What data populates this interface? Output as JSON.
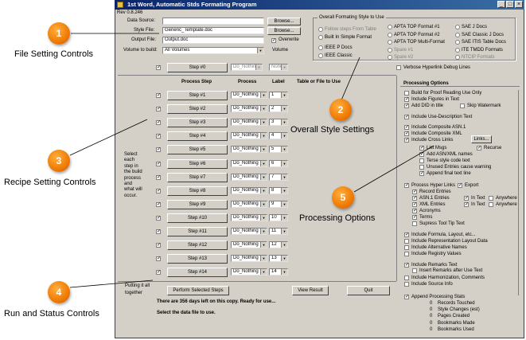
{
  "window": {
    "title": "1st Word, Automatic Stds Formating Program",
    "version": "Rev 0.8.246",
    "controls": [
      "_",
      "□",
      "×"
    ]
  },
  "file_settings": {
    "data_source_label": "Data Source:",
    "data_source_value": "",
    "style_file_label": "Style File:",
    "style_file_value": "Generic_Template.doc",
    "output_file_label": "Output File:",
    "output_file_value": "Output.doc",
    "volume_label": "Volume to build:",
    "volume_value": "All Volumes",
    "volume_caption": "Volume",
    "browse_label": "Browse...",
    "overwrite_label": "Overwrite",
    "overwrite_checked": true
  },
  "style_group": {
    "title": "Overall Formating Style to Use",
    "options": [
      {
        "label": "Follow steps From Table",
        "enabled": false,
        "selected": false
      },
      {
        "label": "Built In Simple Format",
        "enabled": true,
        "selected": false
      },
      {
        "label": "IEEE P Docs",
        "enabled": true,
        "selected": false
      },
      {
        "label": "IEEE Classic",
        "enabled": true,
        "selected": false
      },
      {
        "label": "APTA TOP Format #1",
        "enabled": true,
        "selected": false
      },
      {
        "label": "APTA TOP Format #2",
        "enabled": true,
        "selected": false
      },
      {
        "label": "APTA TOP Multi-Format",
        "enabled": true,
        "selected": false
      },
      {
        "label": "Spare #1",
        "enabled": false,
        "selected": false
      },
      {
        "label": "Spare #2",
        "enabled": false,
        "selected": false
      },
      {
        "label": "SAE J Docs",
        "enabled": true,
        "selected": false
      },
      {
        "label": "SAE Classic J Docs",
        "enabled": true,
        "selected": false
      },
      {
        "label": "SAE ITIS Table Docs",
        "enabled": true,
        "selected": false
      },
      {
        "label": "ITE TMDD Formats",
        "enabled": true,
        "selected": false
      },
      {
        "label": "NTCIP Formats",
        "enabled": false,
        "selected": false
      }
    ],
    "verbose_label": "Verbose Hyperlink Debug Lines"
  },
  "recipe": {
    "headers": {
      "step": "Process Step",
      "process": "Process",
      "label": "Label",
      "table": "Table or File to Use"
    },
    "step0": {
      "label": "Step #0",
      "process": "Do_Nothing",
      "label_value": "None"
    },
    "steps": [
      {
        "label": "Step #1",
        "process": "Do_Nothing",
        "num": "1"
      },
      {
        "label": "Step #2",
        "process": "Do_Nothing",
        "num": "2"
      },
      {
        "label": "Step #3",
        "process": "Do_Nothing",
        "num": "3"
      },
      {
        "label": "Step #4",
        "process": "Do_Nothing",
        "num": "4"
      },
      {
        "label": "Step #5",
        "process": "Do_Nothing",
        "num": "5"
      },
      {
        "label": "Step #6",
        "process": "Do_Nothing",
        "num": "6"
      },
      {
        "label": "Step #7",
        "process": "Do_Nothing",
        "num": "7"
      },
      {
        "label": "Step #8",
        "process": "Do_Nothing",
        "num": "8"
      },
      {
        "label": "Step #9",
        "process": "Do_Nothing",
        "num": "9"
      },
      {
        "label": "Step #10",
        "process": "Do_Nothing",
        "num": "10"
      },
      {
        "label": "Step #11",
        "process": "Do_Nothing",
        "num": "11"
      },
      {
        "label": "Step #12",
        "process": "Do_Nothing",
        "num": "12"
      },
      {
        "label": "Step #13",
        "process": "Do_Nothing",
        "num": "13"
      },
      {
        "label": "Step #14",
        "process": "Do_Nothing",
        "num": "14"
      }
    ],
    "side_note": [
      "Select",
      "each",
      "step in",
      "the build",
      "process",
      "and",
      "what will",
      "occur."
    ]
  },
  "run": {
    "side_note": [
      "Putting it all",
      "together"
    ],
    "perform_label": "Perform Selected Steps",
    "view_label": "View Result",
    "quit_label": "Quit",
    "status_line1": "There are 356 days left on this copy.  Ready for use...",
    "status_line2": "Select the data file to use."
  },
  "processing": {
    "title": "Processing Options",
    "links_label": "Links...",
    "options": [
      {
        "label": "Build for Proof Reading Use Only",
        "checked": false,
        "indent": 0
      },
      {
        "label": "Include Figures in Text",
        "checked": true,
        "indent": 0
      },
      {
        "label": "Add DID in title",
        "checked": true,
        "indent": 0
      },
      {
        "label": "Skip Watermark",
        "checked": false,
        "indent": 0
      },
      {
        "label": "Include Use-Description Text",
        "checked": true,
        "indent": 0
      },
      {
        "label": "Include Composite ASN.1",
        "checked": true,
        "indent": 0
      },
      {
        "label": "Include Composite XML",
        "checked": true,
        "indent": 0
      },
      {
        "label": "Include Cross Links",
        "checked": true,
        "indent": 0
      },
      {
        "label": "List Msgs",
        "checked": true,
        "indent": 1
      },
      {
        "label": "Recurse",
        "checked": true,
        "indent": 1
      },
      {
        "label": "Add ASN/XML names",
        "checked": true,
        "indent": 1
      },
      {
        "label": "Terse style code text",
        "checked": false,
        "indent": 1
      },
      {
        "label": "Unused Entries cause warning",
        "checked": false,
        "indent": 1
      },
      {
        "label": "Append final text line",
        "checked": true,
        "indent": 1
      },
      {
        "label": "Process Hyper Links",
        "checked": true,
        "indent": 0
      },
      {
        "label": "Export",
        "checked": true,
        "indent": 0
      },
      {
        "label": "Record Entries",
        "checked": true,
        "indent": 1
      },
      {
        "label": "ASN.1 Entries",
        "checked": true,
        "indent": 1
      },
      {
        "label": "In Text",
        "checked": true,
        "indent": 1
      },
      {
        "label": "Anywhere",
        "checked": false,
        "indent": 1
      },
      {
        "label": "XML Entries",
        "checked": true,
        "indent": 1
      },
      {
        "label": "In Text",
        "checked": true,
        "indent": 1
      },
      {
        "label": "Anywhere",
        "checked": false,
        "indent": 1
      },
      {
        "label": "Acronyms",
        "checked": true,
        "indent": 1
      },
      {
        "label": "Terms",
        "checked": true,
        "indent": 1
      },
      {
        "label": "Supress Tool Tip Text",
        "checked": false,
        "indent": 1
      },
      {
        "label": "Include Formula, Layout, etc...",
        "checked": true,
        "indent": 0
      },
      {
        "label": "Include Representation Layout Data",
        "checked": false,
        "indent": 0
      },
      {
        "label": "Include Alternative Names",
        "checked": false,
        "indent": 0
      },
      {
        "label": "Include Registry Values",
        "checked": false,
        "indent": 0
      },
      {
        "label": "Include Remarks Text",
        "checked": true,
        "indent": 0
      },
      {
        "label": "Insert Remarks after Use Text",
        "checked": false,
        "indent": 1
      },
      {
        "label": "Include Harmonization, Comments",
        "checked": false,
        "indent": 0
      },
      {
        "label": "Include Source Info",
        "checked": false,
        "indent": 0
      },
      {
        "label": "Append Processing Stats",
        "checked": true,
        "indent": 0
      }
    ],
    "stats": [
      {
        "count": "0",
        "label": "Records Touched"
      },
      {
        "count": "0",
        "label": "Style Changes (est)"
      },
      {
        "count": "0",
        "label": "Pages Created"
      },
      {
        "count": "0",
        "label": "Bookmarks Made"
      },
      {
        "count": "0",
        "label": "Bookmarks Used"
      }
    ]
  },
  "annotations": [
    {
      "num": "1",
      "text": "File Setting Controls"
    },
    {
      "num": "2",
      "text": "Overall Style Settings"
    },
    {
      "num": "3",
      "text": "Recipe Setting Controls"
    },
    {
      "num": "4",
      "text": "Run and Status Controls"
    },
    {
      "num": "5",
      "text": "Processing Options"
    }
  ],
  "colors": {
    "accent_orange": "#ee7600",
    "titlebar": "#0a246a",
    "window_bg": "#d4d0c8"
  }
}
